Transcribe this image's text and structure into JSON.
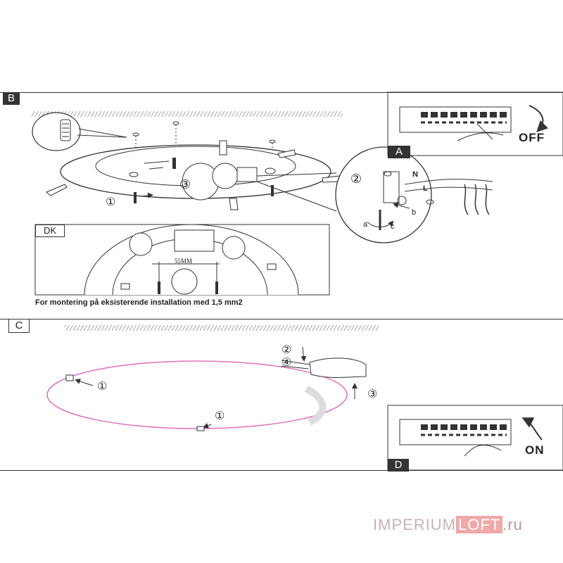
{
  "panels": {
    "b": {
      "tag": "B"
    },
    "a": {
      "tag": "A",
      "state_label": "OFF"
    },
    "dk": {
      "tag": "DK",
      "dimension": "55MM",
      "note": "For montering på  eksisterende installation med 1,5 mm2"
    },
    "c": {
      "tag": "C"
    },
    "d": {
      "tag": "D",
      "state_label": "ON"
    }
  },
  "steps": {
    "b_step_1": "①",
    "b_step_2": "②",
    "b_step_3": "③",
    "c_step_1a": "①",
    "c_step_1b": "①",
    "c_step_2": "②",
    "c_step_3": "③",
    "c_step_4": "④"
  },
  "wire_labels": {
    "n": "N",
    "l": "L",
    "a": "a",
    "b": "b",
    "c": "c"
  },
  "watermark": {
    "brand_left": "IMPERIUM",
    "brand_box": "LOFT",
    "suffix": ".ru"
  },
  "colors": {
    "line": "#333333",
    "diffuser": "#e06fc0",
    "watermark": "#f0a8a8"
  }
}
